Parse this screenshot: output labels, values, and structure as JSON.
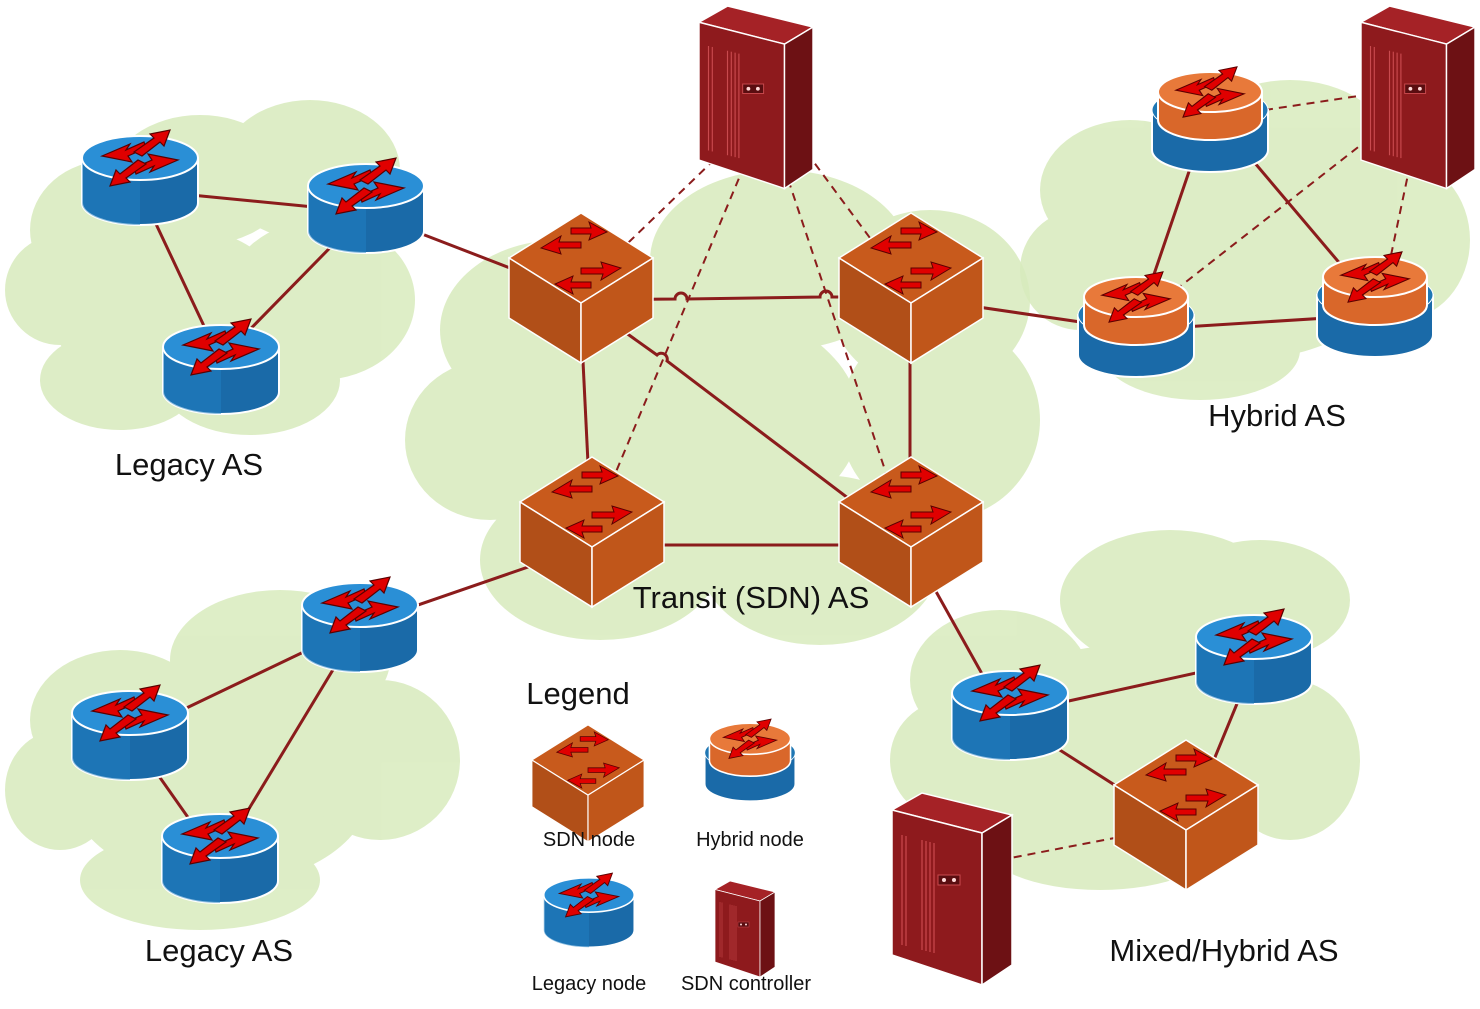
{
  "labels": {
    "legacy_as_top": "Legacy AS",
    "legacy_as_bottom": "Legacy AS",
    "hybrid_as": "Hybrid AS",
    "transit_as": "Transit (SDN) AS",
    "mixed_as": "Mixed/Hybrid AS"
  },
  "legend": {
    "title": "Legend",
    "sdn_node": "SDN node",
    "hybrid_node": "Hybrid node",
    "legacy_node": "Legacy node",
    "sdn_controller": "SDN controller"
  },
  "colors": {
    "legacy_body": "#1f77b4",
    "legacy_top": "#2a8fd6",
    "hybrid_top": "#e8793a",
    "sdn_switch": "#c0561a",
    "controller": "#8e1a1d",
    "link": "#8b1c1c",
    "cloud": "#dcedc2",
    "arrow": "#e00000"
  }
}
